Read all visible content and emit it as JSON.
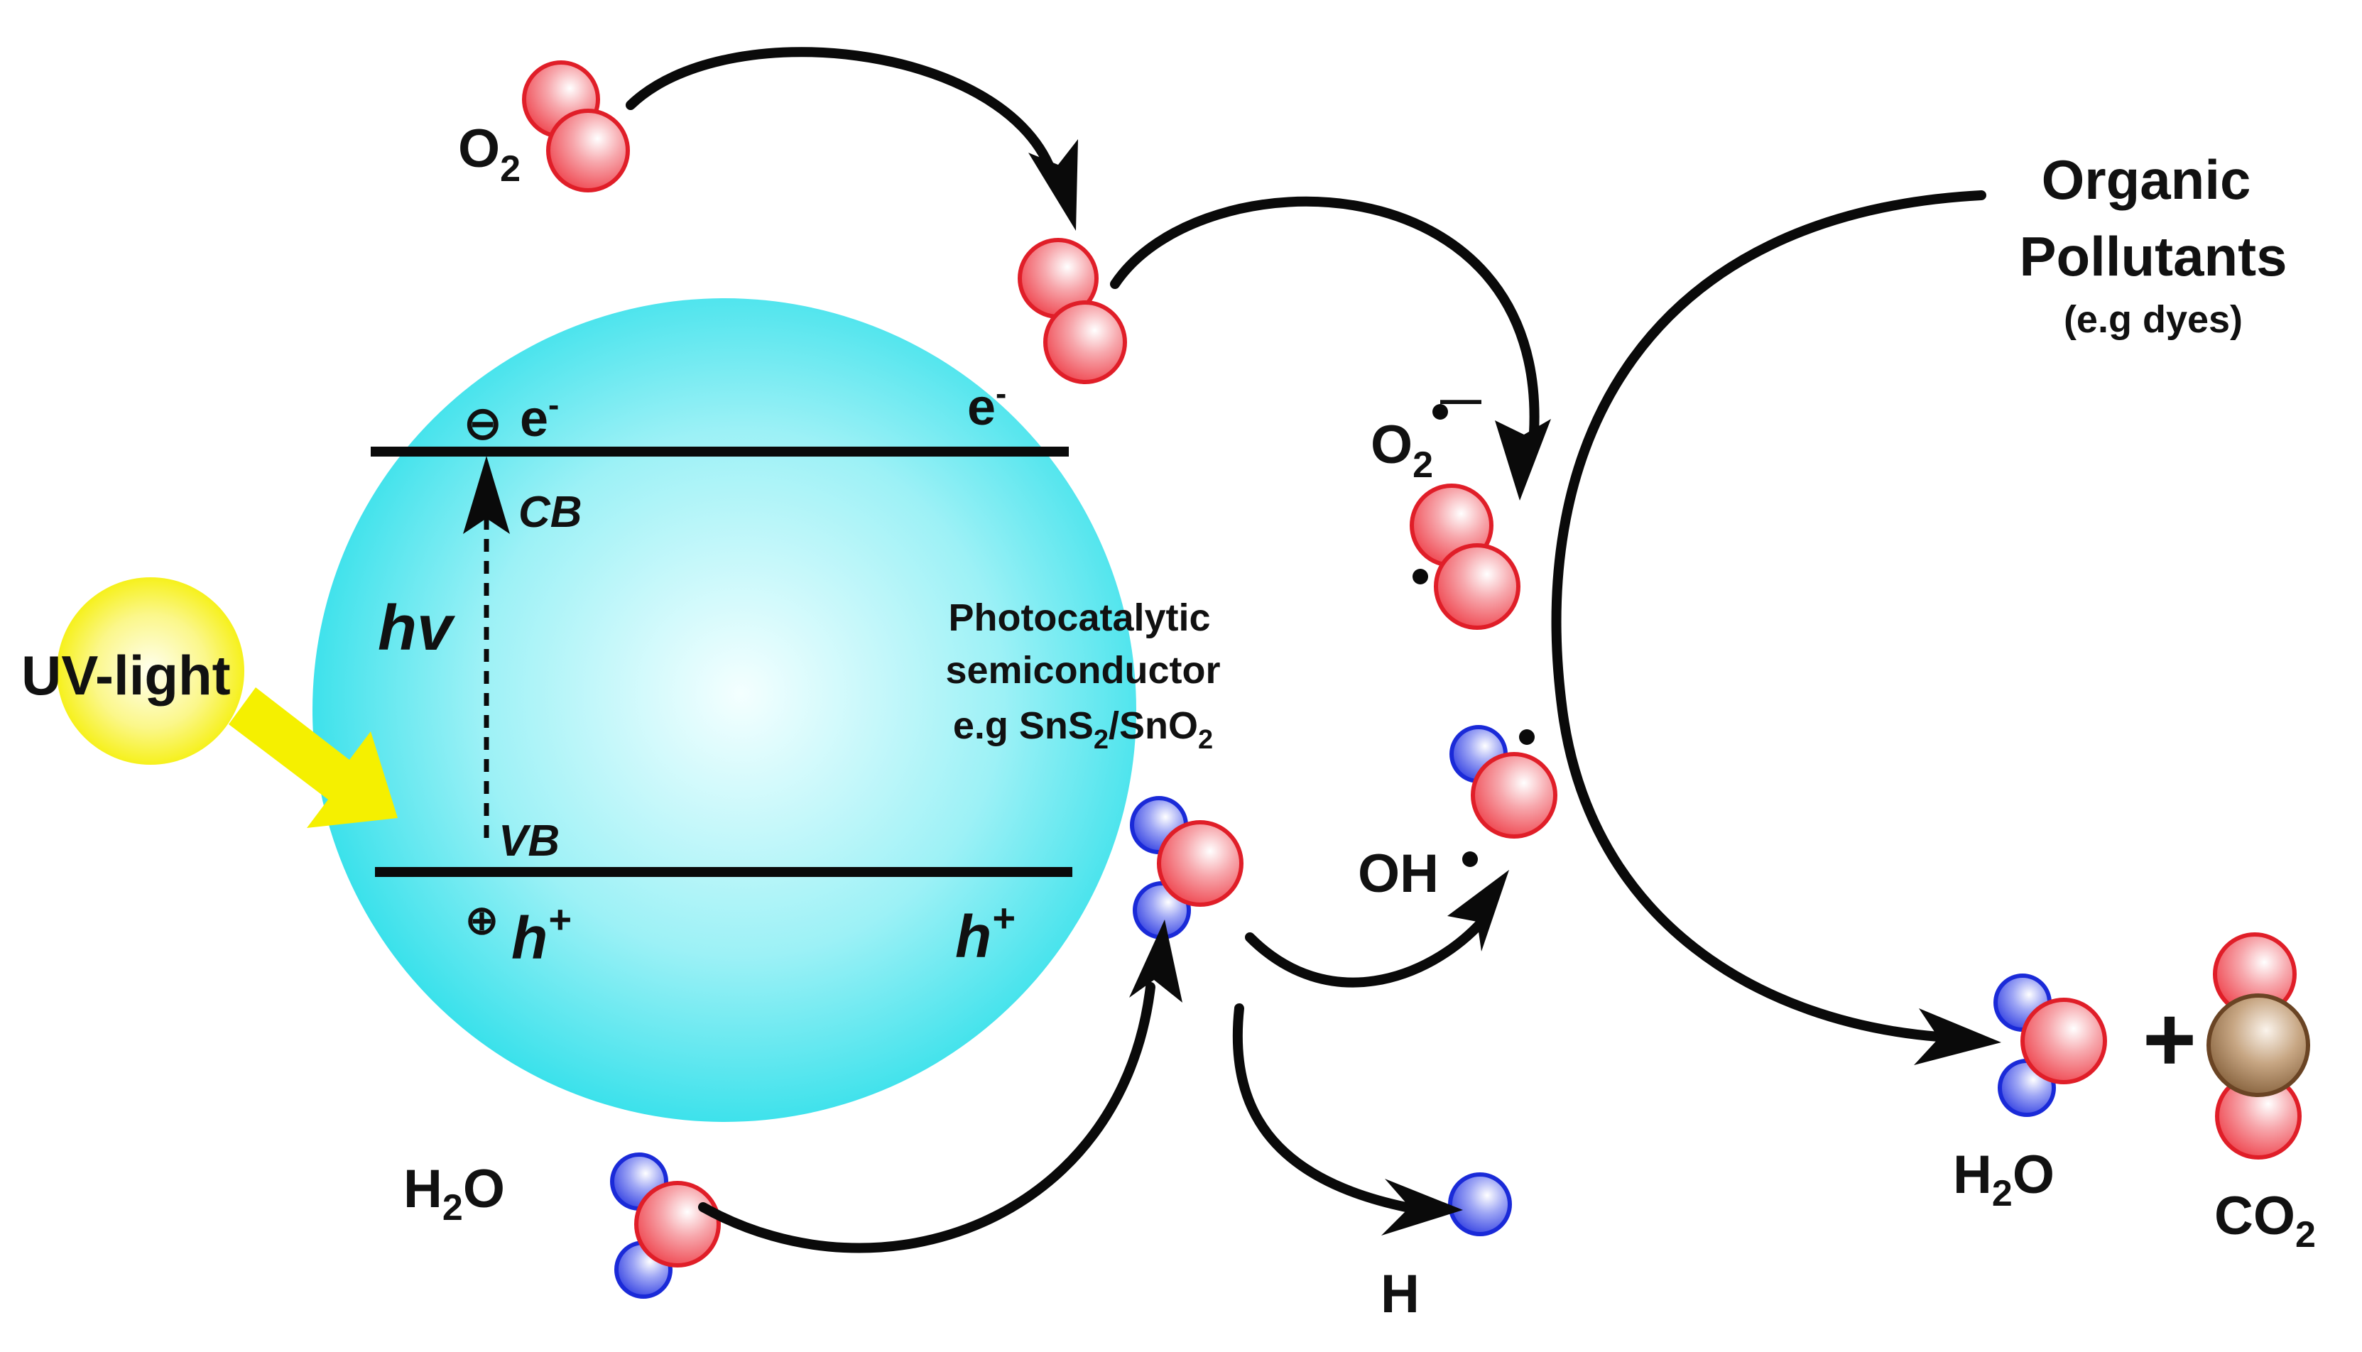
{
  "uv_label": "UV-light",
  "band": {
    "cb_label": "CB",
    "vb_label": "VB",
    "excitation_label": "hv",
    "electron_left": "e",
    "electron_right": "e",
    "electron_charge": "-",
    "hole_left": "h",
    "hole_right": "h",
    "hole_charge": "+",
    "minus_symbol": "⊖",
    "plus_symbol": "⊕"
  },
  "semiconductor": {
    "line1": "Photocatalytic",
    "line2": "semiconductor",
    "line3_prefix": "e.g SnS",
    "line3_sub1": "2",
    "line3_mid": "/SnO",
    "line3_sub2": "2"
  },
  "species": {
    "o2_base": "O",
    "o2_sub": "2",
    "superoxide_base": "O",
    "superoxide_sub": "2",
    "superoxide_charge": "—",
    "hydroxyl": "OH",
    "hydrogen": "H",
    "water_left_h": "H",
    "water_left_sub": "2",
    "water_left_o": "O",
    "water_right_h": "H",
    "water_right_sub": "2",
    "water_right_o": "O",
    "co2_base": "CO",
    "co2_sub": "2",
    "plus_sign": "+"
  },
  "pollutants": {
    "line1": "Organic",
    "line2": "Pollutants",
    "line3": "(e.g dyes)"
  },
  "colors": {
    "sphere": "#22dde8",
    "oxygen": "#e8202a",
    "hydrogen": "#1a2ad8",
    "carbon": "#7a5530",
    "uv_sun": "#f5f000",
    "arrow": "#0a0a0a"
  }
}
